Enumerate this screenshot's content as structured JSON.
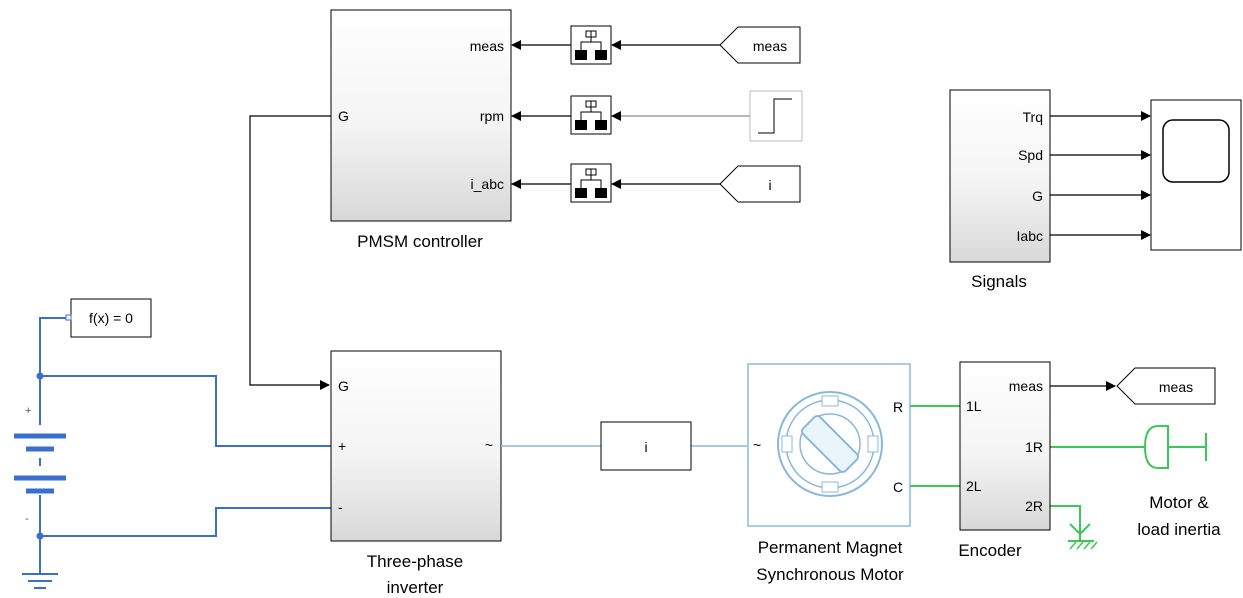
{
  "controller": {
    "caption": "PMSM controller",
    "in_port": "G",
    "out_ports": [
      "meas",
      "rpm",
      "i_abc"
    ]
  },
  "goto_meas_top": "meas",
  "goto_i_top": "i",
  "signals": {
    "caption": "Signals",
    "ports": [
      "Trq",
      "Spd",
      "G",
      "Iabc"
    ]
  },
  "solver": {
    "label": "f(x) = 0"
  },
  "inverter": {
    "caption_line1": "Three-phase",
    "caption_line2": "inverter",
    "ports": {
      "g": "G",
      "plus": "+",
      "minus": "-",
      "ac": "~"
    }
  },
  "current_sensor": {
    "label": "i"
  },
  "motor": {
    "caption_line1": "Permanent Magnet",
    "caption_line2": "Synchronous Motor",
    "ports": {
      "ac": "~",
      "r": "R",
      "c": "C"
    }
  },
  "encoder": {
    "caption": "Encoder",
    "in_ports": [
      "1L",
      "2L"
    ],
    "out_ports": [
      "meas",
      "1R",
      "2R"
    ]
  },
  "goto_meas_bottom": "meas",
  "inertia": {
    "caption_line1": "Motor &",
    "caption_line2": "load inertia"
  },
  "battery": {
    "plus": "+",
    "minus": "-"
  },
  "colors": {
    "electrical": "#3a6fd0",
    "mechanical": "#3cc858",
    "physical_signal": "#8ab8dc",
    "signal": "#000000"
  }
}
